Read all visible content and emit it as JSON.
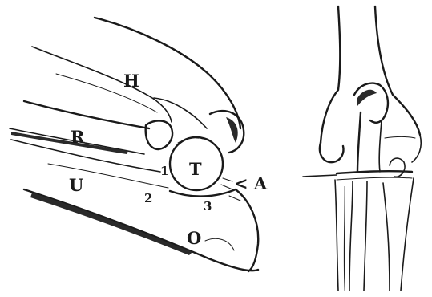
{
  "labels": {
    "humerus": "H",
    "radius": "R",
    "ulna": "U",
    "trochlea": "T",
    "olecranon": "O",
    "annotation_a": "< A",
    "point_1": "1",
    "point_2": "2",
    "point_3": "3"
  },
  "colors": {
    "ink": "#1a1a1a",
    "paper": "#ffffff"
  }
}
